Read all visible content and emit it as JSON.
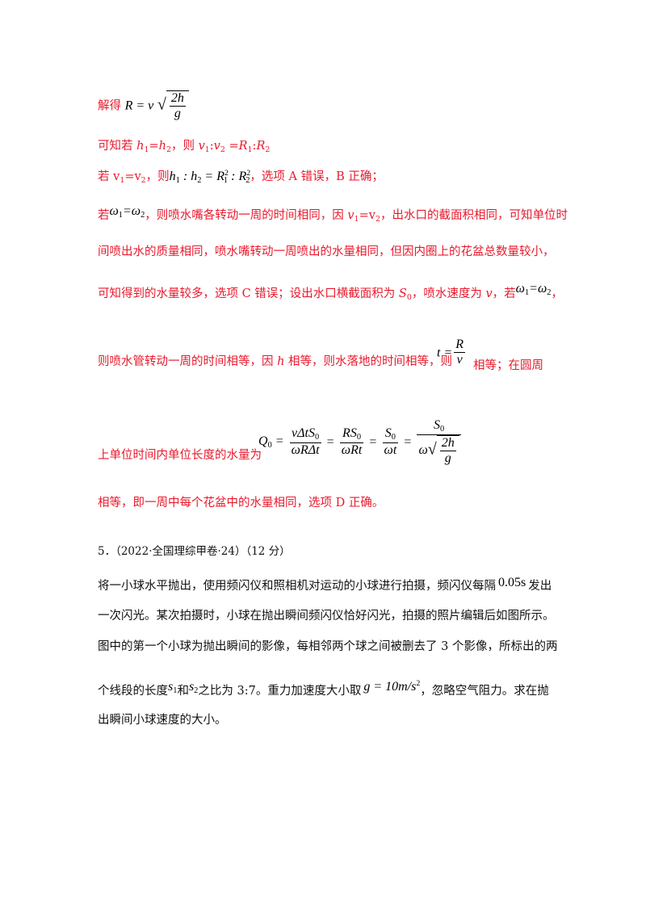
{
  "page": {
    "background": "#ffffff",
    "answer_color": "#e8192c",
    "question_color": "#111111"
  },
  "answer": {
    "l1_prefix": "解得",
    "l1_eq_R": "R = v",
    "l1_frac_num": "2h",
    "l1_frac_den": "g",
    "l2_a": "可知若 ",
    "l2_h1": "h",
    "l2_eq1": "=",
    "l2_h2": "h",
    "l2_b": "，则 ",
    "l2_v1": "v",
    "l2_c": ":",
    "l2_v2": "v",
    "l2_d": " =",
    "l2_R1": "R",
    "l2_e": ":",
    "l2_R2": "R",
    "l3_a": "若 v",
    "l3_b": "=v",
    "l3_c": "，则",
    "l3_math": "h",
    "l3_math2": " : h",
    "l3_math3": " = R",
    "l3_math4": " : R",
    "l3_d": "，选项 A 错误，B 正确；",
    "l4_a": "若",
    "l4_w": "ω",
    "l4_eq": "=ω",
    "l4_b": "，则喷水嘴各转动一周的时间相同，因 ",
    "l4_v": "v",
    "l4_v_eq": "=v",
    "l4_c": "，出水口的截面积相同，可知单位时",
    "l5": "间喷出水的质量相同，喷水嘴转动一周喷出的水量相同，但因内圈上的花盆总数量较小，",
    "l6_a": "可知得到的水量较多，选项 C 错误；设出水口横截面积为 ",
    "l6_S": "S",
    "l6_b": "，喷水速度为 ",
    "l6_v": "v",
    "l6_c": "，若",
    "l6_w": "ω",
    "l6_eq": "=ω",
    "l6_d": "，",
    "l7_a": "则喷水管转动一周的时间相等，因 ",
    "l7_h": "h",
    "l7_b": " 相等，则水落地的时间相等，则",
    "l7_t": "t =",
    "l7_num": "R",
    "l7_den": "v",
    "l7_c": "相等；在圆周",
    "l8_a": "上单位时间内单位长度的水量为",
    "l8_Q": "Q",
    "l8_f1n": "vΔtS",
    "l8_f1d": "ωRΔt",
    "l8_f2n": "RS",
    "l8_f2d": "ωRt",
    "l8_f3n": "S",
    "l8_f3d": "ωt",
    "l8_f4n": "S",
    "l8_f4w": "ω",
    "l8_f4rn": "2h",
    "l8_f4rd": "g",
    "l9": "相等，即一周中每个花盆中的水量相同，选项 D 正确。"
  },
  "question": {
    "header": "5．（2022·全国理综甲卷·24）（12 分）",
    "q1_a": "将一小球水平抛出，使用频闪仪和照相机对运动的小球进行拍摄，频闪仪每隔",
    "q1_val": "0.05s",
    "q1_b": "发出",
    "q2": "一次闪光。某次拍摄时，小球在抛出瞬间频闪仪恰好闪光，拍摄的照片编辑后如图所示。",
    "q3": "图中的第一个小球为抛出瞬间的影像，每相邻两个球之间被删去了 3 个影像，所标出的两",
    "q4_a": "个线段的长度",
    "q4_s1": "s",
    "q4_b": "和",
    "q4_s2": "s",
    "q4_c": "之比为 3:7。重力加速度大小取",
    "q4_g": "g",
    "q4_geq": " = 10m/s",
    "q4_d": "，忽略空气阻力。求在抛",
    "q5": "出瞬间小球速度的大小。"
  },
  "subs": {
    "one": "1",
    "two": "2",
    "zero": "0"
  }
}
